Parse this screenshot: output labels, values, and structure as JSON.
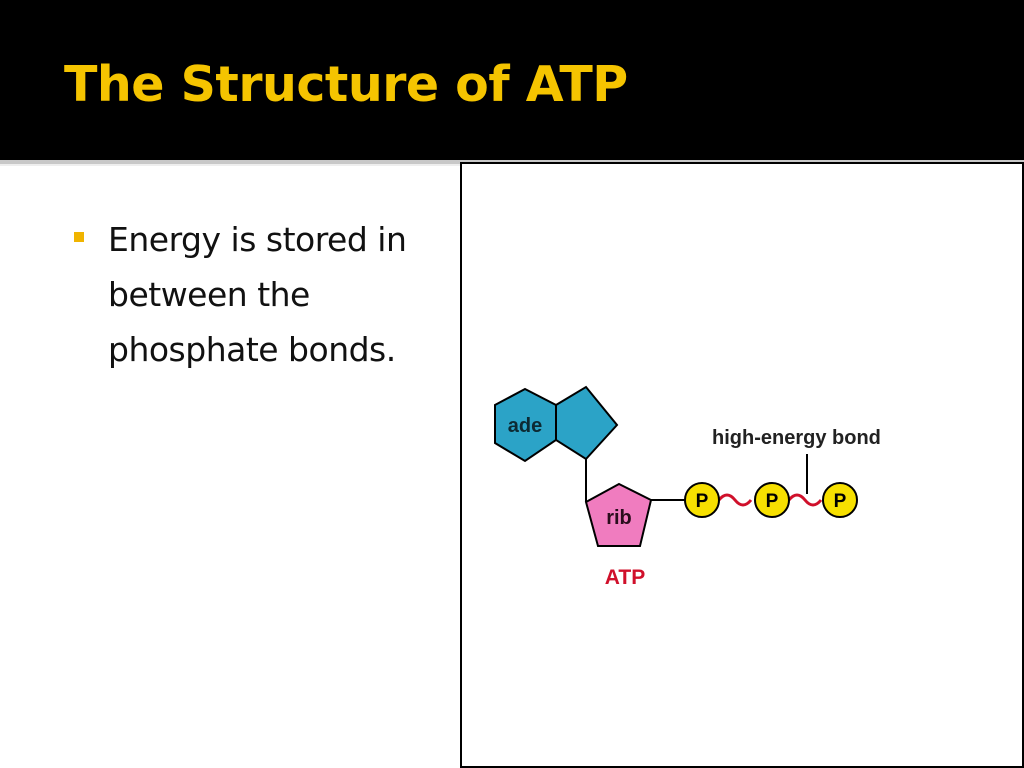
{
  "slide": {
    "title": "The Structure of ATP",
    "bullets": [
      "Energy is stored in between the phosphate bonds."
    ]
  },
  "diagram": {
    "adenine_label": "ade",
    "ribose_label": "rib",
    "phosphates": [
      "P",
      "P",
      "P"
    ],
    "bond_annotation": "high-energy bond",
    "molecule_label": "ATP"
  },
  "colors": {
    "title": "#f5c400",
    "bullet": "#f0b400",
    "adenine_fill": "#2ba3c7",
    "ribose_fill": "#f07cbf",
    "phosphate_fill": "#f7e000",
    "bond_line": "#d0102b",
    "atp_label": "#d0102b"
  }
}
